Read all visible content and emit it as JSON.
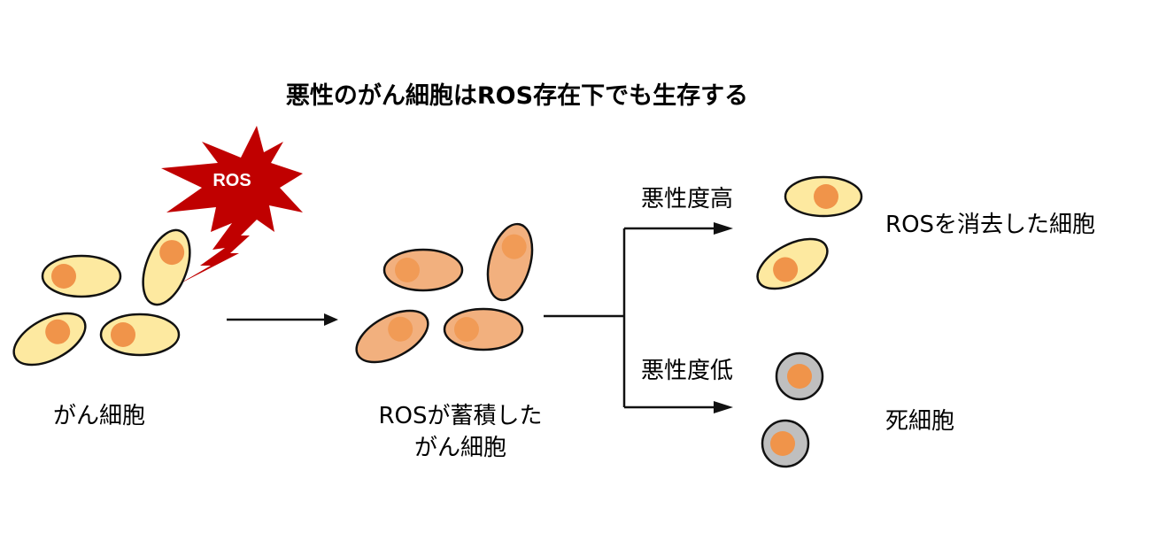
{
  "title": "悪性のがん細胞はROS存在下でも生存する",
  "burst_label": "ROS",
  "stages": {
    "initial": {
      "label": "がん細胞"
    },
    "accumulated": {
      "label_line1": "ROSが蓄積した",
      "label_line2": "がん細胞"
    },
    "survived": {
      "label": "ROSを消去した細胞"
    },
    "dead": {
      "label": "死細胞"
    }
  },
  "branches": {
    "high": "悪性度高",
    "low": "悪性度低"
  },
  "colors": {
    "normal_cell": "#fde9a0",
    "ros_cell": "#f2b07e",
    "nucleus": "#f0944a",
    "dead_cell": "#bfbfbf",
    "outline": "#111111",
    "burst": "#c00000"
  }
}
